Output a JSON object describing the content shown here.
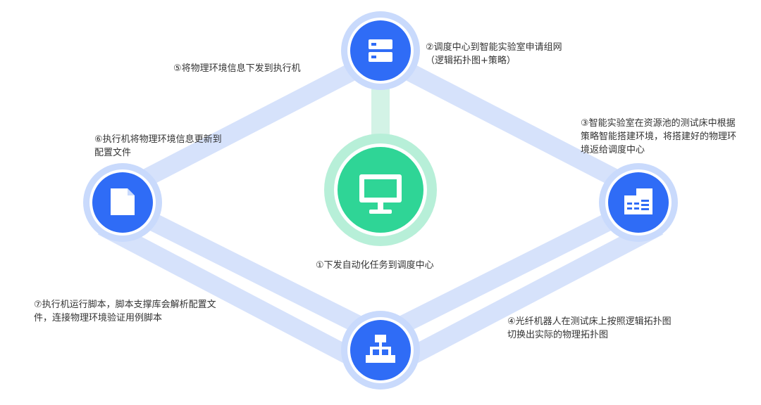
{
  "diagram": {
    "colors": {
      "connector": "#d6e2fb",
      "connector_green": "#d3f3e6",
      "node_blue": "#2f6cf6",
      "node_blue_ring": "#c9dafc",
      "node_green": "#2fd596",
      "node_green_ring": "#b7efd8",
      "white": "#ffffff",
      "text": "#333333"
    },
    "nodes": {
      "center": {
        "icon": "monitor-icon"
      },
      "top": {
        "icon": "server-icon"
      },
      "right": {
        "icon": "building-icon"
      },
      "bottom": {
        "icon": "network-topology-icon"
      },
      "left": {
        "icon": "document-icon"
      }
    },
    "steps": {
      "s1": "①下发自动化任务到调度中心",
      "s2": "②调度中心到智能实验室申请组网（逻辑拓扑图+策略）",
      "s3": "③智能实验室在资源池的测试床中根据策略智能搭建环境，将搭建好的物理环境返给调度中心",
      "s4": "④光纤机器人在测试床上按照逻辑拓扑图切换出实际的物理拓扑图",
      "s5": "⑤将物理环境信息下发到执行机",
      "s6": "⑥执行机将物理环境信息更新到配置文件",
      "s7": "⑦执行机运行脚本，脚本支撑库会解析配置文件，连接物理环境验证用例脚本"
    }
  }
}
